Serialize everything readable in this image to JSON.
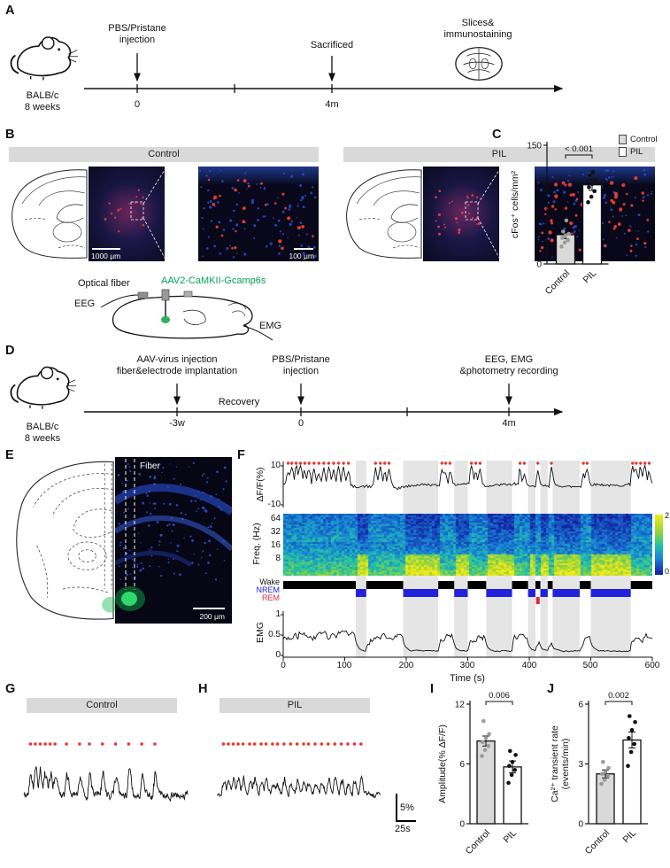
{
  "colors": {
    "header_bar": "#d9d9d9",
    "control_fill": "#d9d9d9",
    "pil_fill": "#ffffff",
    "green": "#00a651",
    "nrem_blue": "#2222dd",
    "rem_red": "#e03030",
    "transient_red": "#e8372c"
  },
  "panelA": {
    "label": "A",
    "mouse_line1": "BALB/c",
    "mouse_line2": "8 weeks",
    "event1_line1": "PBS/Pristane",
    "event1_line2": "injection",
    "event2": "Sacrificed",
    "event3_line1": "Slices&",
    "event3_line2": "immunostaining",
    "tick0": "0",
    "tick1": "4m"
  },
  "panelB": {
    "label": "B",
    "group1": "Control",
    "group2": "PIL",
    "scale_fluor": "1000 μm",
    "scale_zoom": "100 μm"
  },
  "panelC": {
    "label": "C",
    "legend": [
      {
        "label": "Control"
      },
      {
        "label": "PIL"
      }
    ]
  },
  "schematic": {
    "optical_fiber": "Optical fiber",
    "aav": "AAV2-CaMKII-Gcamp6s",
    "eeg": "EEG",
    "emg": "EMG"
  },
  "panelD": {
    "label": "D",
    "mouse_line1": "BALB/c",
    "mouse_line2": "8 weeks",
    "event1_line1": "AAV-virus injection",
    "event1_line2": "fiber&electrode implantation",
    "event2_line1": "PBS/Pristane",
    "event2_line2": "injection",
    "event3_line1": "EEG, EMG",
    "event3_line2": "&photometry recording",
    "recovery": "Recovery",
    "tick_m3w": "-3w",
    "tick0": "0",
    "tick4m": "4m"
  },
  "panelE": {
    "label": "E",
    "fiber": "Fiber",
    "scale": "200 μm"
  },
  "panelF": {
    "label": "F",
    "dff_label": "ΔF/F(%)",
    "dff_ticks": [
      "10",
      "-10"
    ],
    "freq_label": "Freq. (Hz)",
    "freq_ticks": [
      "64",
      "32",
      "16",
      "8"
    ],
    "cbar_top": "2",
    "cbar_bottom": "0",
    "state_labels": [
      "Wake",
      "NREM",
      "REM"
    ],
    "emg_label": "EMG",
    "emg_ticks": [
      "1",
      "0.5",
      "0"
    ],
    "xticks": [
      "0",
      "100",
      "200",
      "300",
      "400",
      "500",
      "600"
    ],
    "xlabel": "Time (s)",
    "time_range_s": [
      0,
      600
    ],
    "dff_range": [
      -10,
      10
    ],
    "freq_axis_hz": [
      8,
      64
    ],
    "emg_range": [
      0,
      1
    ],
    "spectrogram_scale": [
      0,
      2
    ],
    "nrem_segments_s": [
      [
        118,
        135
      ],
      [
        195,
        252
      ],
      [
        278,
        300
      ],
      [
        330,
        372
      ],
      [
        398,
        410
      ],
      [
        418,
        430
      ],
      [
        438,
        482
      ],
      [
        500,
        565
      ]
    ],
    "rem_segments_s": [
      [
        411,
        417
      ]
    ],
    "transient_times_s": [
      8,
      14,
      21,
      28,
      35,
      42,
      50,
      58,
      66,
      74,
      82,
      90,
      98,
      106,
      150,
      158,
      165,
      172,
      258,
      264,
      271,
      306,
      313,
      320,
      385,
      392,
      414,
      436,
      488,
      494,
      568,
      574,
      581,
      588,
      595
    ]
  },
  "panelG": {
    "label": "G",
    "title": "Control",
    "dot_positions_pct": [
      4,
      7,
      10,
      13,
      16,
      19,
      26,
      34,
      40,
      48,
      56,
      64,
      72,
      80
    ]
  },
  "panelH": {
    "label": "H",
    "title": "PIL",
    "dot_positions_pct": [
      4,
      7,
      10,
      13,
      16,
      20,
      23,
      27,
      30,
      34,
      37,
      41,
      45,
      49,
      53,
      56,
      60,
      64,
      68,
      72,
      76,
      80,
      84,
      88
    ],
    "scale_v": "5%",
    "scale_h": "25s"
  },
  "panelI": {
    "label": "I"
  },
  "panelJ": {
    "label": "J"
  },
  "chart_data": [
    {
      "id": "cfos",
      "panel": "C",
      "type": "bar",
      "categories": [
        "Control",
        "PIL"
      ],
      "values": [
        37,
        100
      ],
      "errors": [
        5,
        7
      ],
      "points": [
        [
          22,
          27,
          30,
          33,
          36,
          38,
          41,
          55
        ],
        [
          78,
          85,
          92,
          97,
          101,
          106,
          112,
          116
        ]
      ],
      "ylabel": "cFos⁺ cells/mm²",
      "ylim": [
        0,
        150
      ],
      "yticks": [
        0,
        150
      ],
      "significance": "< 0.001",
      "legend_position": "top-right",
      "grid": false
    },
    {
      "id": "amplitude",
      "panel": "I",
      "type": "bar",
      "categories": [
        "Control",
        "PIL"
      ],
      "values": [
        8.3,
        5.7
      ],
      "errors": [
        0.5,
        0.6
      ],
      "points": [
        [
          6.8,
          7.4,
          7.8,
          8.2,
          8.6,
          9.0,
          10.3
        ],
        [
          4.1,
          4.9,
          5.4,
          5.8,
          6.2,
          6.9,
          7.3
        ]
      ],
      "ylabel": "Amplitude(% ΔF/F)",
      "ylim": [
        0,
        12
      ],
      "yticks": [
        0,
        6,
        12
      ],
      "significance": "0.006",
      "grid": false
    },
    {
      "id": "rate",
      "panel": "J",
      "type": "bar",
      "categories": [
        "Control",
        "PIL"
      ],
      "values": [
        2.5,
        4.2
      ],
      "errors": [
        0.2,
        0.4
      ],
      "points": [
        [
          2.0,
          2.2,
          2.4,
          2.5,
          2.6,
          2.8,
          3.1
        ],
        [
          2.9,
          3.6,
          4.0,
          4.3,
          4.7,
          5.1,
          5.4
        ]
      ],
      "ylabel_line1": "Ca²⁺ transient rate",
      "ylabel_line2": "(events/min)",
      "ylim": [
        0,
        6
      ],
      "yticks": [
        0,
        3,
        6
      ],
      "significance": "0.002",
      "grid": false
    }
  ]
}
